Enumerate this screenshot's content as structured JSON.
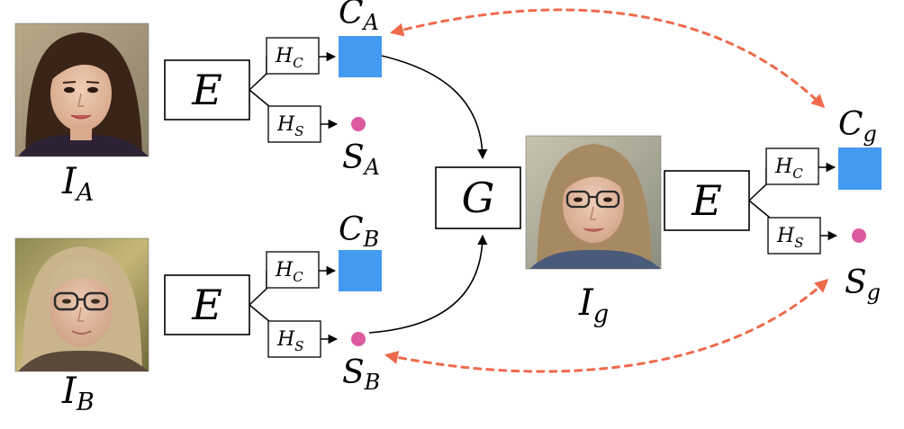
{
  "colors": {
    "content_square": "#4499f0",
    "style_dot": "#dd5aa0",
    "cycle_arrow": "#ee6a4c"
  },
  "labels": {
    "image_a": {
      "main": "I",
      "sub": "A"
    },
    "image_b": {
      "main": "I",
      "sub": "B"
    },
    "image_g": {
      "main": "I",
      "sub": "g"
    },
    "content_a": {
      "main": "C",
      "sub": "A"
    },
    "content_b": {
      "main": "C",
      "sub": "B"
    },
    "content_g": {
      "main": "C",
      "sub": "g"
    },
    "style_a": {
      "main": "S",
      "sub": "A"
    },
    "style_b": {
      "main": "S",
      "sub": "B"
    },
    "style_g": {
      "main": "S",
      "sub": "g"
    },
    "encoder": "E",
    "generator": "G",
    "head_content": {
      "main": "H",
      "sub": "C"
    },
    "head_style": {
      "main": "H",
      "sub": "S"
    }
  }
}
